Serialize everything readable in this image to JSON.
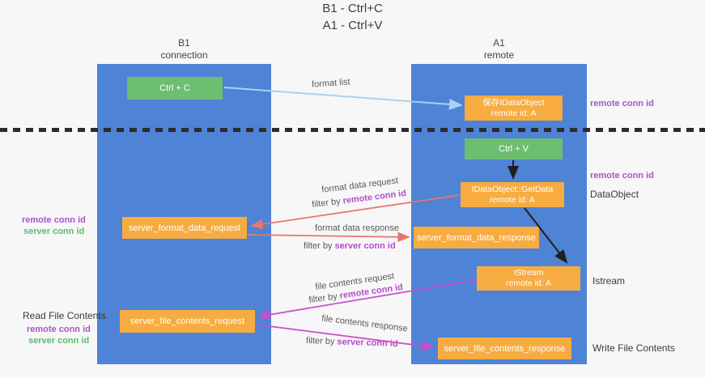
{
  "title": {
    "line1": "B1 - Ctrl+C",
    "line2": "A1 - Ctrl+V"
  },
  "lanes": {
    "b1": {
      "name": "B1",
      "subtitle": "connection"
    },
    "a1": {
      "name": "A1",
      "subtitle": "remote"
    }
  },
  "boxes": {
    "ctrl_c": "Ctrl + C",
    "ctrl_v": "Ctrl + V",
    "save_idataobject_line1": "保存IDataObject",
    "save_idataobject_line2": "remote id: A",
    "getdata_line1": "IDataObject::GetData",
    "getdata_line2": "remote id: A",
    "istream_line1": "IStream",
    "istream_line2": "remote id: A",
    "server_format_data_request": "server_format_data_request",
    "server_format_data_response": "server_format_data_response",
    "server_file_contents_request": "server_file_contents_request",
    "server_file_contents_response": "server_file_contents_response"
  },
  "arrow_labels": {
    "format_list": "format list",
    "format_data_request": "format data request",
    "format_data_response": "format data response",
    "file_contents_request": "file contents request",
    "file_contents_response": "file contents response",
    "filter_by": "filter by",
    "remote_conn_id": "remote conn id",
    "server_conn_id": "server conn id"
  },
  "side_labels": {
    "remote_conn_id_top": "remote conn id",
    "remote_conn_id_mid": "remote conn id",
    "dataobject": "DataObject",
    "istream": "Istream",
    "write_file_contents": "Write File Contents",
    "read_file_contents": "Read File Contents",
    "remote_conn_id_left1": "remote conn id",
    "server_conn_id_left1": "server conn id",
    "remote_conn_id_left2": "remote conn id",
    "server_conn_id_left2": "server conn id"
  },
  "colors": {
    "lane_blue": "#4e83d6",
    "box_orange": "#f7ac41",
    "box_green": "#6dbe71",
    "arrow_red": "#e8756a",
    "arrow_magenta": "#c94ecb",
    "arrow_lightblue": "#a9d2f0",
    "arrow_black": "#1f1f1f",
    "text_purple": "#a855c8",
    "text_green": "#5cba6c"
  }
}
